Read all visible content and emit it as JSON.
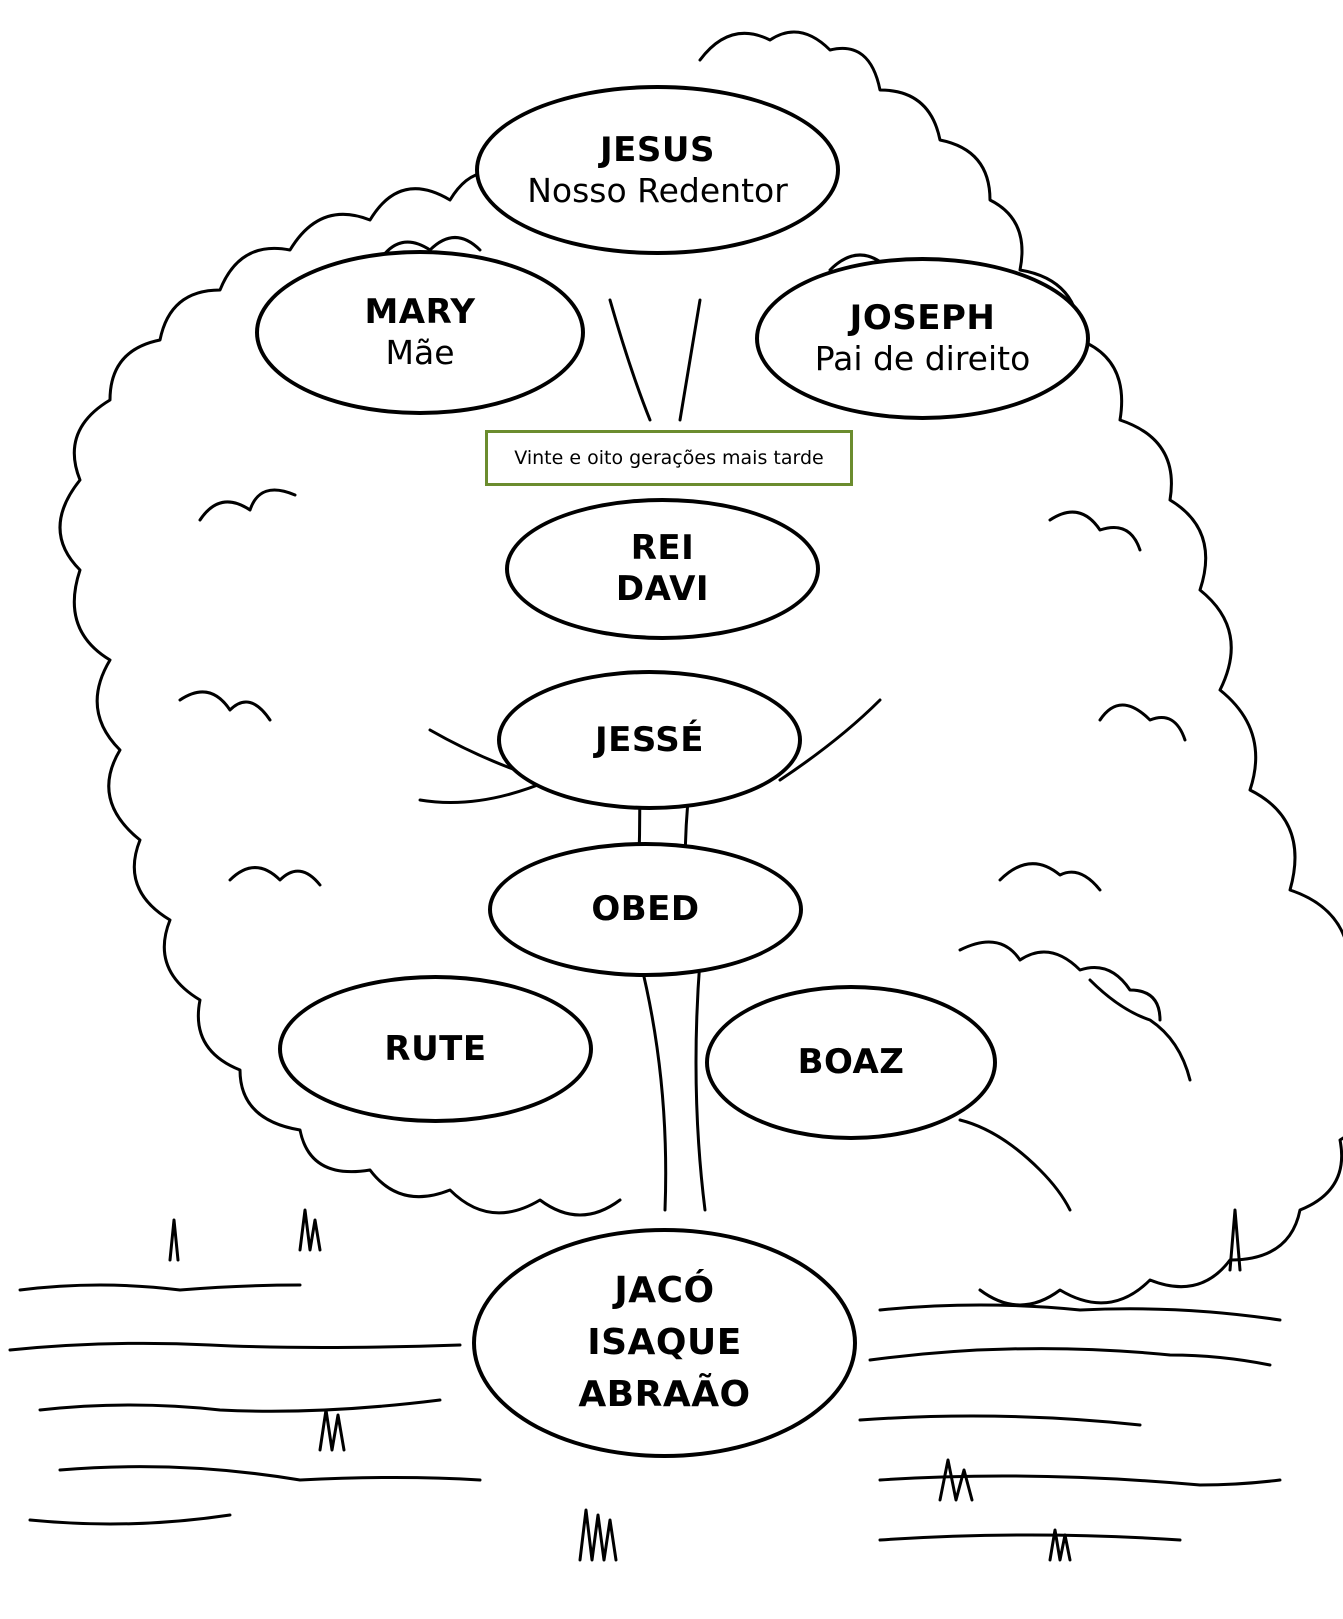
{
  "diagram": {
    "nodes": [
      {
        "id": "jesus",
        "name": "JESUS",
        "role": "Nosso Redentor"
      },
      {
        "id": "mary",
        "name": "MARY",
        "role": "Mãe"
      },
      {
        "id": "joseph",
        "name": "JOSEPH",
        "role": "Pai de direito"
      },
      {
        "id": "davi",
        "name": "REI DAVI",
        "lines": [
          "REI",
          "DAVI"
        ]
      },
      {
        "id": "jesse",
        "name": "JESSÉ"
      },
      {
        "id": "obed",
        "name": "OBED"
      },
      {
        "id": "rute",
        "name": "RUTE"
      },
      {
        "id": "boaz",
        "name": "BOAZ"
      },
      {
        "id": "patriarchs",
        "lines": [
          "JACÓ",
          "ISAQUE",
          "ABRAÃO"
        ]
      }
    ],
    "note": "Vinte e oito gerações mais tarde"
  },
  "colors": {
    "outline": "#000000",
    "note_border": "#6b8c2e",
    "background": "#ffffff"
  }
}
